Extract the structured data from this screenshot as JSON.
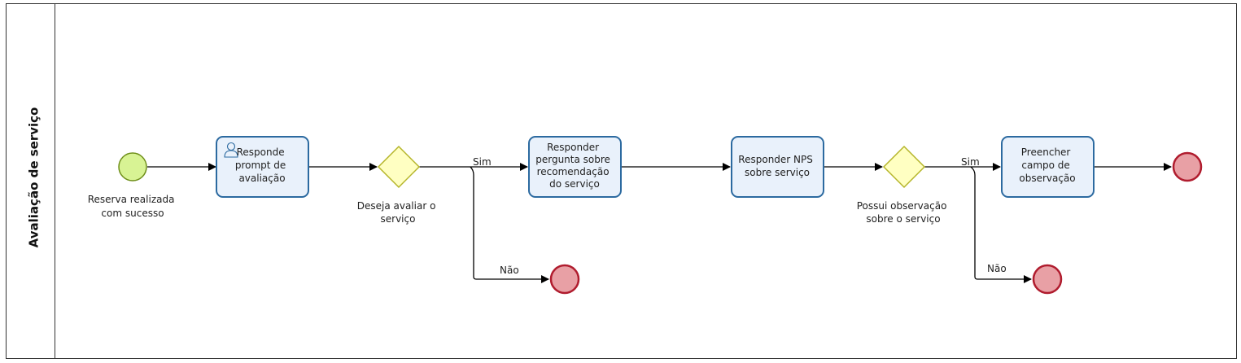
{
  "pool": {
    "title": "Avaliação de serviço"
  },
  "colors": {
    "start_fill": "#d8f394",
    "start_stroke": "#6f8f1a",
    "end_fill": "#e8a0a5",
    "end_stroke": "#b01c2e",
    "gateway_fill": "#ffffc2",
    "gateway_stroke": "#b5b52a",
    "task_fill": "#e9f1fb",
    "task_stroke": "#2c6aa0",
    "flow": "#000000"
  },
  "events": {
    "start": {
      "label": [
        "Reserva realizada",
        "com sucesso"
      ]
    }
  },
  "tasks": {
    "t1": {
      "lines": [
        "Responde",
        "prompt de",
        "avaliação"
      ],
      "icon": "user-icon"
    },
    "t2": {
      "lines": [
        "Responder",
        "pergunta sobre",
        "recomendação",
        "do serviço"
      ]
    },
    "t3": {
      "lines": [
        "Responder NPS",
        "sobre serviço"
      ]
    },
    "t4": {
      "lines": [
        "Preencher",
        "campo de",
        "observação"
      ]
    }
  },
  "gateways": {
    "g1": {
      "label": [
        "Deseja avaliar o",
        "serviço"
      ]
    },
    "g2": {
      "label": [
        "Possui observação",
        "sobre o serviço"
      ]
    }
  },
  "flows": {
    "g1_yes": "Sim",
    "g1_no": "Não",
    "g2_yes": "Sim",
    "g2_no": "Não"
  }
}
